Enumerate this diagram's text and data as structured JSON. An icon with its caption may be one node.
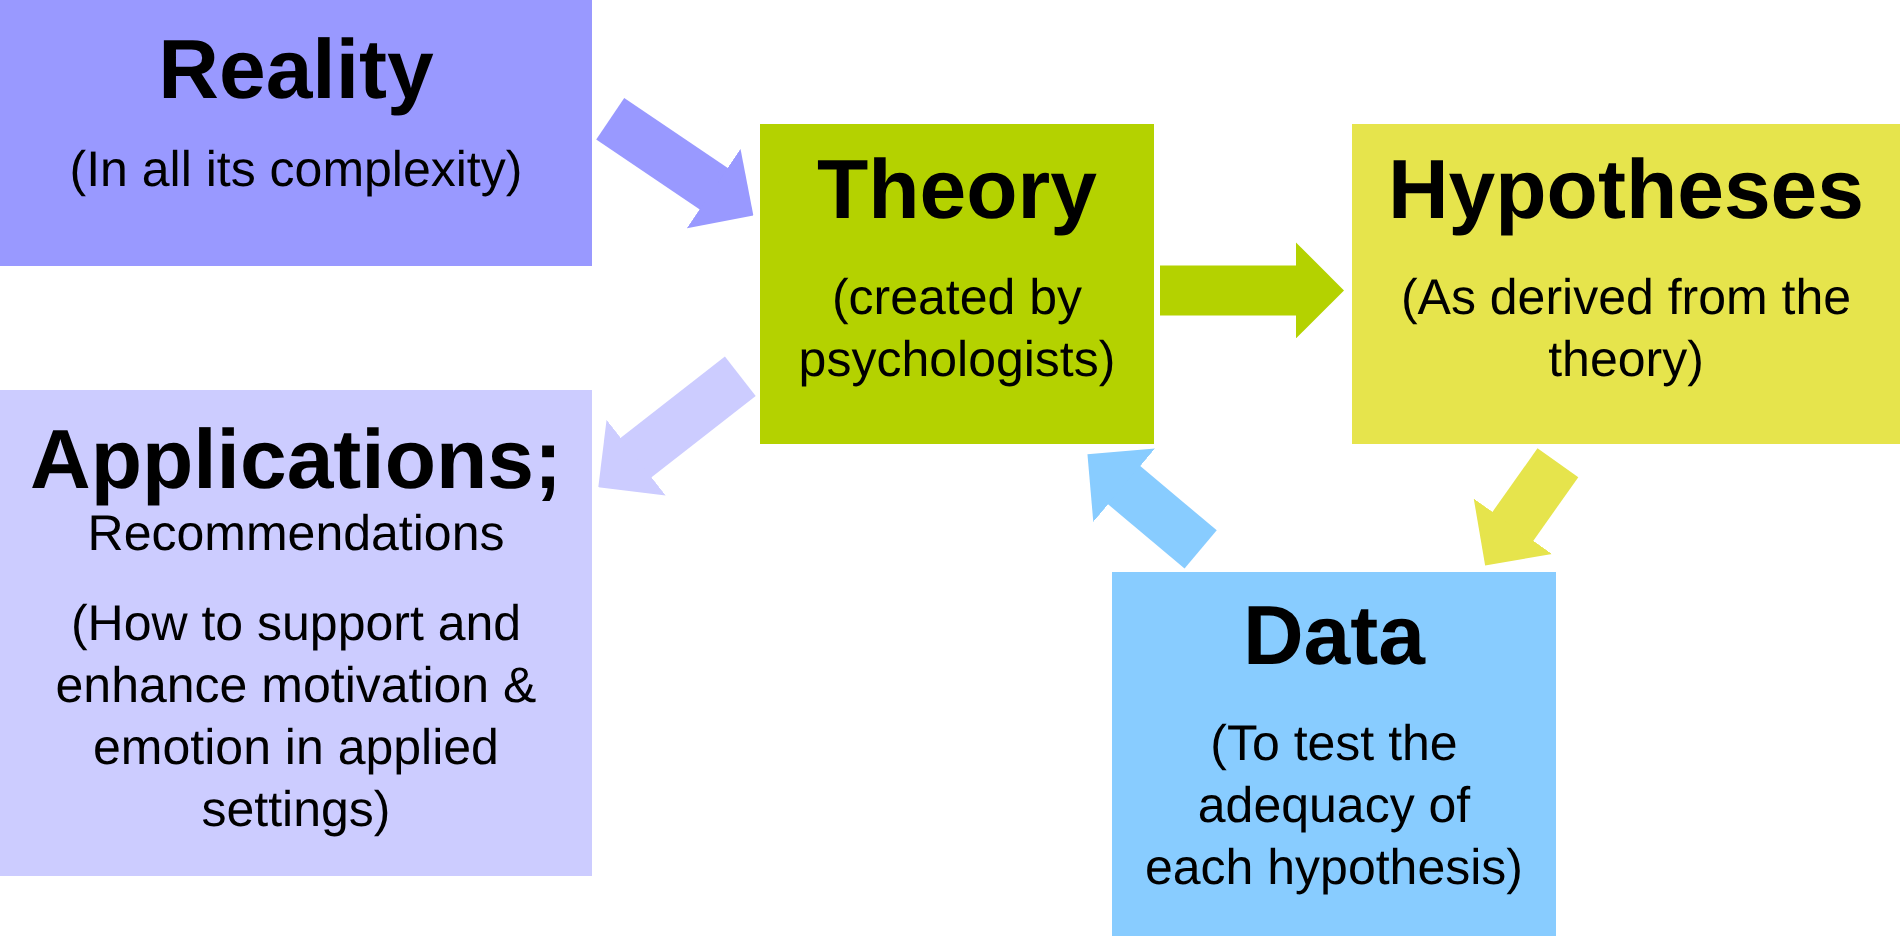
{
  "diagram": {
    "nodes": [
      {
        "text": [
          "Reality",
          "(In all its complexity)"
        ]
      },
      {
        "text": [
          "Theory",
          "(created by psychologists)"
        ]
      },
      {
        "text": [
          "Hypotheses",
          "(As derived from the theory)"
        ]
      },
      {
        "text": [
          "Data",
          "(To test the adequacy of each hypothesis)"
        ]
      },
      {
        "text": [
          "Applications;",
          "Recommendations",
          "(How to support and enhance motivation & emotion in applied settings)"
        ]
      }
    ],
    "edges": [
      {
        "from": 0,
        "to": 1,
        "arrow": "to",
        "color": "#9999ff"
      },
      {
        "from": 1,
        "to": 2,
        "arrow": "to",
        "color": "#b4d200"
      },
      {
        "from": 2,
        "to": 3,
        "arrow": "to",
        "color": "#e6e44c"
      },
      {
        "from": 3,
        "to": 1,
        "arrow": "to",
        "color": "#88ccff"
      },
      {
        "from": 1,
        "to": 4,
        "arrow": "to",
        "color": "#ccccff"
      }
    ]
  }
}
